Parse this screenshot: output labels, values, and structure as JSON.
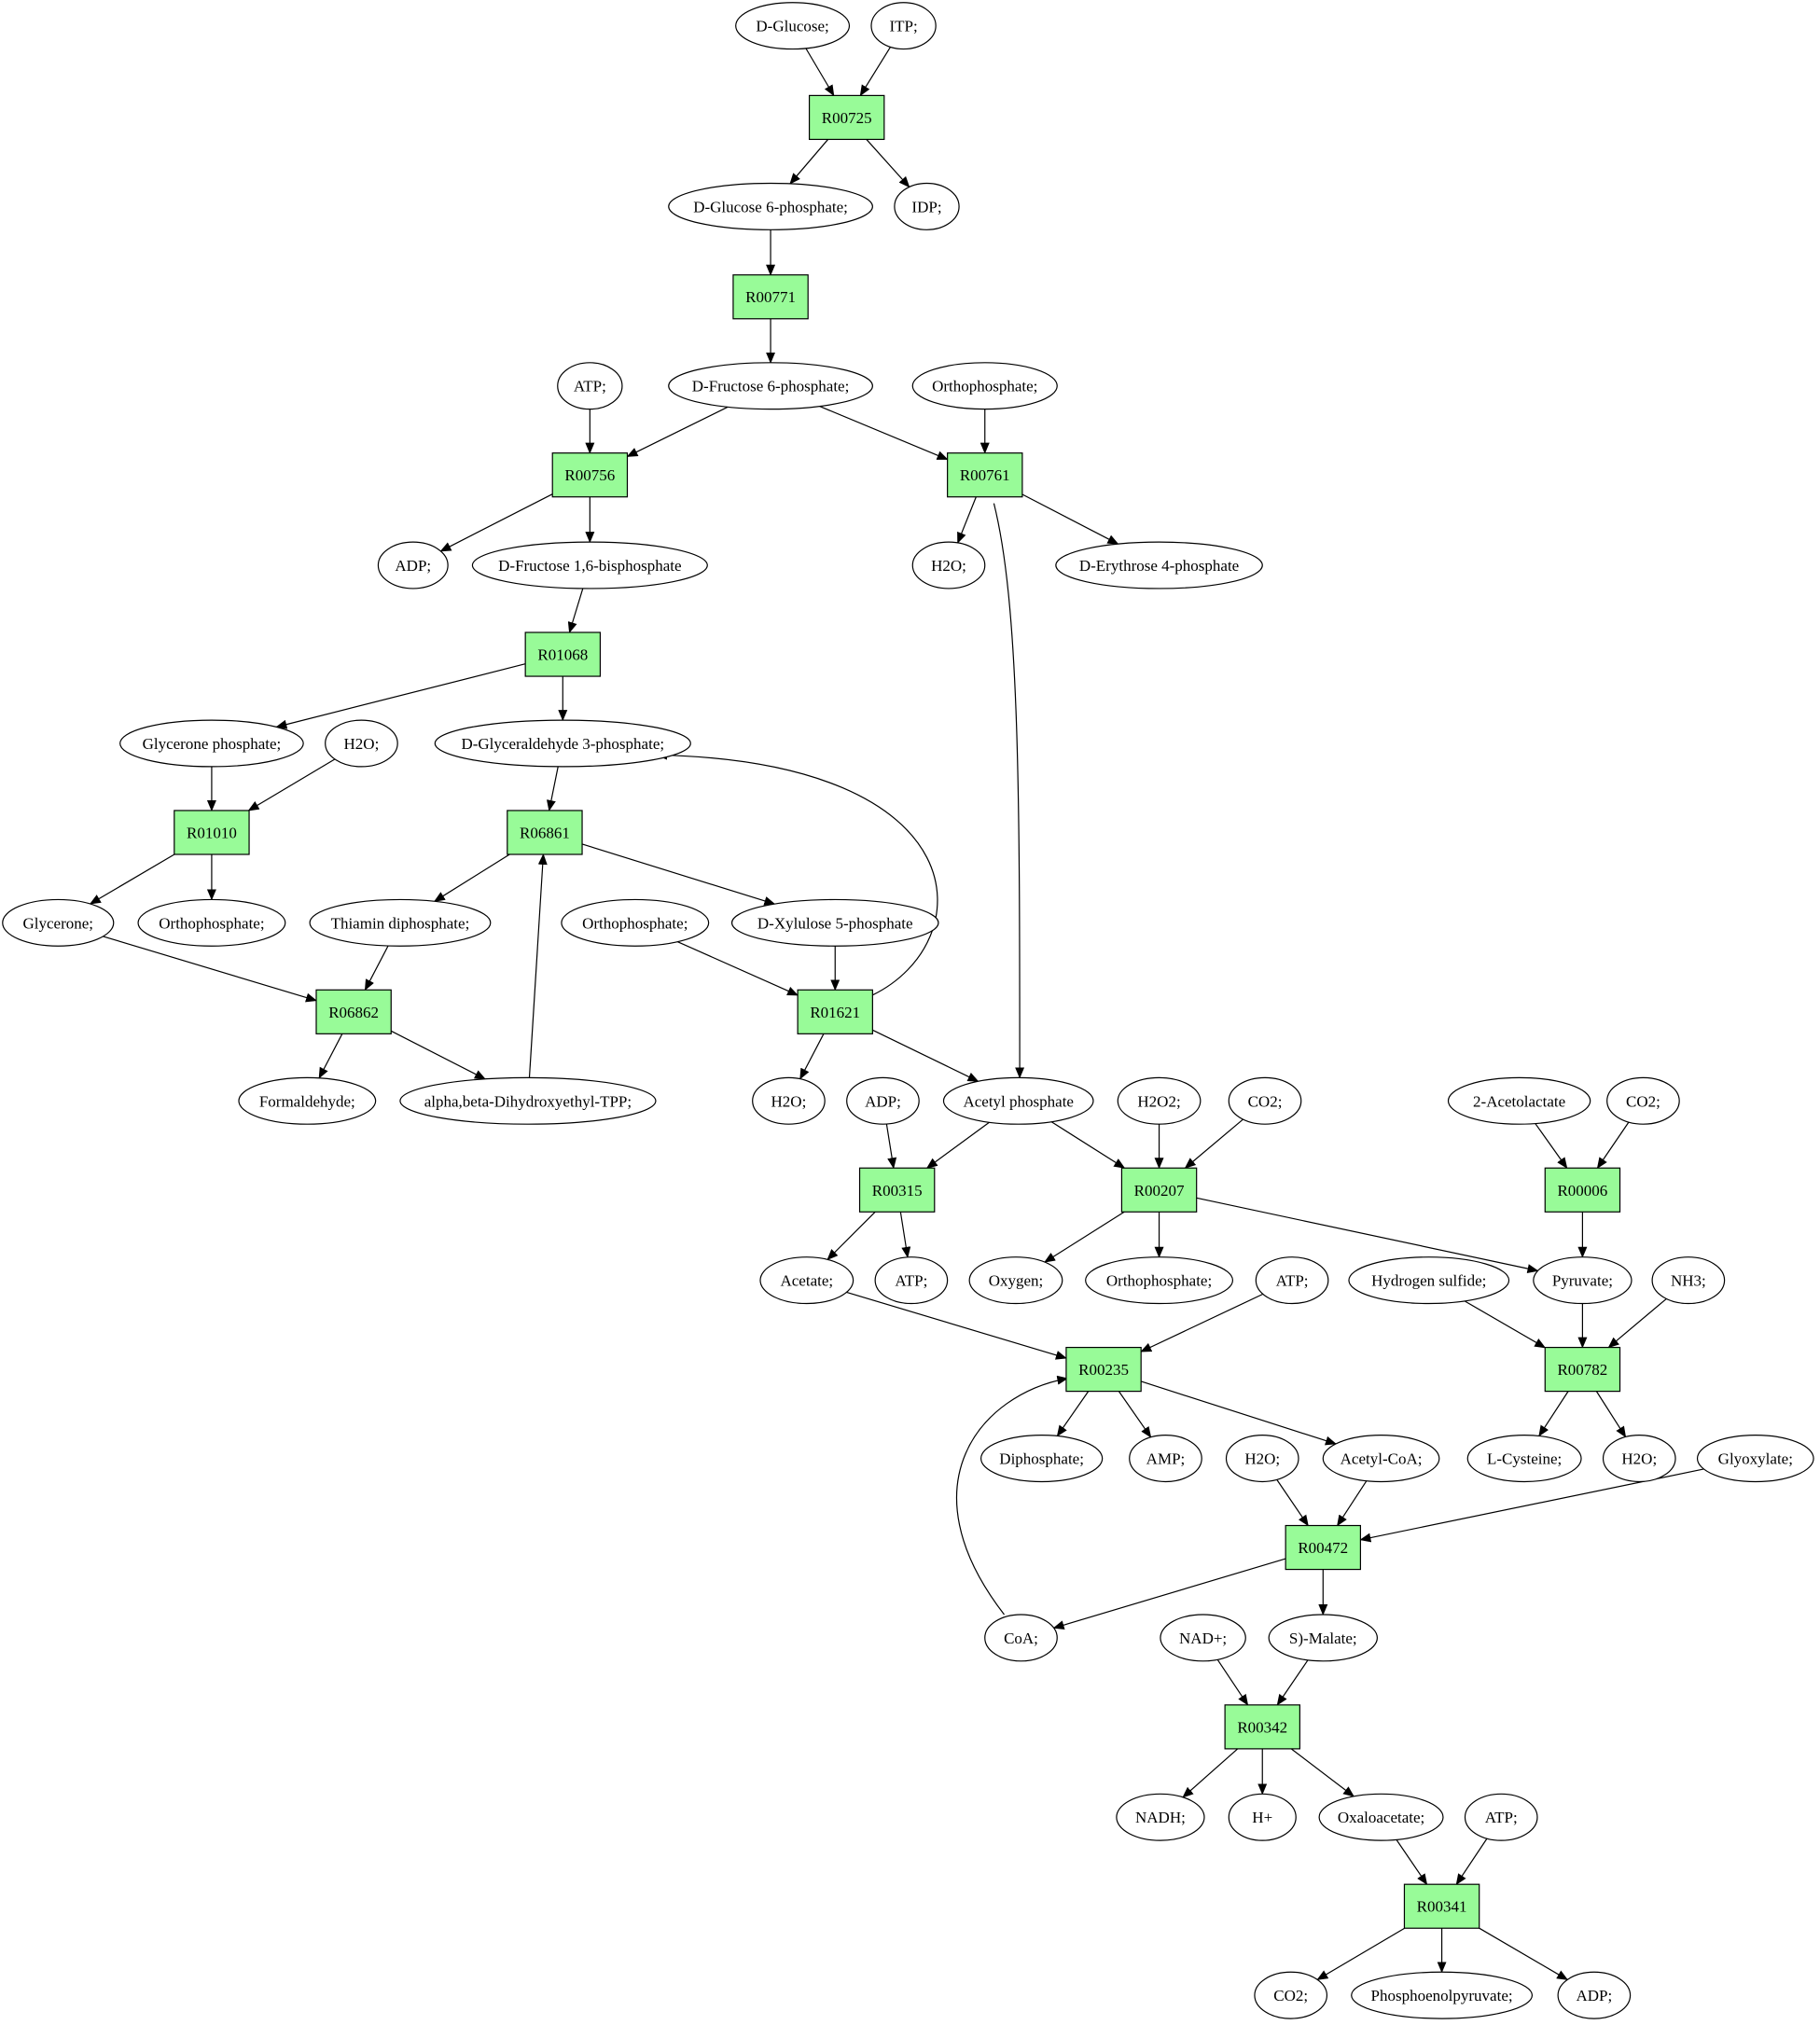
{
  "colors": {
    "reaction_fill": "#98fb98",
    "metabolite_fill": "#ffffff",
    "start_fill": "#00ee00",
    "target_fill": "#ffff00",
    "stroke": "#000000"
  },
  "nodes": [
    {
      "id": "glc",
      "label": "D-Glucose;",
      "kind": "start"
    },
    {
      "id": "itp",
      "label": "ITP;",
      "kind": "metabolite"
    },
    {
      "id": "R00725",
      "label": "R00725",
      "kind": "reaction"
    },
    {
      "id": "g6p",
      "label": "D-Glucose 6-phosphate;",
      "kind": "metabolite"
    },
    {
      "id": "idp",
      "label": "IDP;",
      "kind": "metabolite"
    },
    {
      "id": "R00771",
      "label": "R00771",
      "kind": "reaction"
    },
    {
      "id": "atp1",
      "label": "ATP;",
      "kind": "metabolite"
    },
    {
      "id": "f6p",
      "label": "D-Fructose 6-phosphate;",
      "kind": "metabolite"
    },
    {
      "id": "orth1",
      "label": "Orthophosphate;",
      "kind": "metabolite"
    },
    {
      "id": "R00756",
      "label": "R00756",
      "kind": "reaction"
    },
    {
      "id": "R00761",
      "label": "R00761",
      "kind": "reaction"
    },
    {
      "id": "adp1",
      "label": "ADP;",
      "kind": "metabolite"
    },
    {
      "id": "fbp",
      "label": "D-Fructose 1,6-bisphosphate",
      "kind": "metabolite"
    },
    {
      "id": "h2o1",
      "label": "H2O;",
      "kind": "metabolite"
    },
    {
      "id": "e4p",
      "label": "D-Erythrose 4-phosphate",
      "kind": "metabolite"
    },
    {
      "id": "R01068",
      "label": "R01068",
      "kind": "reaction"
    },
    {
      "id": "gp",
      "label": "Glycerone phosphate;",
      "kind": "metabolite"
    },
    {
      "id": "h2o2",
      "label": "H2O;",
      "kind": "metabolite"
    },
    {
      "id": "ga3p",
      "label": "D-Glyceraldehyde 3-phosphate;",
      "kind": "metabolite"
    },
    {
      "id": "R01010",
      "label": "R01010",
      "kind": "reaction"
    },
    {
      "id": "R06861",
      "label": "R06861",
      "kind": "reaction"
    },
    {
      "id": "glycerone",
      "label": "Glycerone;",
      "kind": "metabolite"
    },
    {
      "id": "orth2",
      "label": "Orthophosphate;",
      "kind": "metabolite"
    },
    {
      "id": "tpp",
      "label": "Thiamin diphosphate;",
      "kind": "metabolite"
    },
    {
      "id": "orth3",
      "label": "Orthophosphate;",
      "kind": "metabolite"
    },
    {
      "id": "x5p",
      "label": "D-Xylulose 5-phosphate",
      "kind": "metabolite"
    },
    {
      "id": "R06862",
      "label": "R06862",
      "kind": "reaction"
    },
    {
      "id": "R01621",
      "label": "R01621",
      "kind": "reaction"
    },
    {
      "id": "formald",
      "label": "Formaldehyde;",
      "kind": "metabolite"
    },
    {
      "id": "abtpp",
      "label": "alpha,beta-Dihydroxyethyl-TPP;",
      "kind": "metabolite"
    },
    {
      "id": "h2o3",
      "label": "H2O;",
      "kind": "metabolite"
    },
    {
      "id": "adp2",
      "label": "ADP;",
      "kind": "metabolite"
    },
    {
      "id": "acp",
      "label": "Acetyl phosphate",
      "kind": "metabolite"
    },
    {
      "id": "h2o2b",
      "label": "H2O2;",
      "kind": "metabolite"
    },
    {
      "id": "co2a",
      "label": "CO2;",
      "kind": "metabolite"
    },
    {
      "id": "acl",
      "label": "2-Acetolactate",
      "kind": "metabolite"
    },
    {
      "id": "co2b",
      "label": "CO2;",
      "kind": "metabolite"
    },
    {
      "id": "R00315",
      "label": "R00315",
      "kind": "reaction"
    },
    {
      "id": "R00207",
      "label": "R00207",
      "kind": "reaction"
    },
    {
      "id": "R00006",
      "label": "R00006",
      "kind": "reaction"
    },
    {
      "id": "acetate",
      "label": "Acetate;",
      "kind": "metabolite"
    },
    {
      "id": "atp2",
      "label": "ATP;",
      "kind": "metabolite"
    },
    {
      "id": "oxygen",
      "label": "Oxygen;",
      "kind": "metabolite"
    },
    {
      "id": "orth4",
      "label": "Orthophosphate;",
      "kind": "metabolite"
    },
    {
      "id": "atp3",
      "label": "ATP;",
      "kind": "metabolite"
    },
    {
      "id": "h2s",
      "label": "Hydrogen sulfide;",
      "kind": "metabolite"
    },
    {
      "id": "pyr",
      "label": "Pyruvate;",
      "kind": "metabolite"
    },
    {
      "id": "nh3",
      "label": "NH3;",
      "kind": "metabolite"
    },
    {
      "id": "R00235",
      "label": "R00235",
      "kind": "reaction"
    },
    {
      "id": "R00782",
      "label": "R00782",
      "kind": "reaction"
    },
    {
      "id": "diphos",
      "label": "Diphosphate;",
      "kind": "metabolite"
    },
    {
      "id": "amp",
      "label": "AMP;",
      "kind": "metabolite"
    },
    {
      "id": "h2o4",
      "label": "H2O;",
      "kind": "metabolite"
    },
    {
      "id": "accoa",
      "label": "Acetyl-CoA;",
      "kind": "metabolite"
    },
    {
      "id": "cys",
      "label": "L-Cysteine;",
      "kind": "target"
    },
    {
      "id": "h2o5",
      "label": "H2O;",
      "kind": "metabolite"
    },
    {
      "id": "glyox",
      "label": "Glyoxylate;",
      "kind": "metabolite"
    },
    {
      "id": "R00472",
      "label": "R00472",
      "kind": "reaction"
    },
    {
      "id": "coa",
      "label": "CoA;",
      "kind": "metabolite"
    },
    {
      "id": "nad",
      "label": "NAD+;",
      "kind": "metabolite"
    },
    {
      "id": "malate",
      "label": "S)-Malate;",
      "kind": "metabolite"
    },
    {
      "id": "R00342",
      "label": "R00342",
      "kind": "reaction"
    },
    {
      "id": "nadh",
      "label": "NADH;",
      "kind": "metabolite"
    },
    {
      "id": "hplus",
      "label": "H+",
      "kind": "metabolite"
    },
    {
      "id": "oaa",
      "label": "Oxaloacetate;",
      "kind": "metabolite"
    },
    {
      "id": "atp4",
      "label": "ATP;",
      "kind": "metabolite"
    },
    {
      "id": "R00341",
      "label": "R00341",
      "kind": "reaction"
    },
    {
      "id": "co2c",
      "label": "CO2;",
      "kind": "metabolite"
    },
    {
      "id": "pep",
      "label": "Phosphoenolpyruvate;",
      "kind": "metabolite"
    },
    {
      "id": "adp3",
      "label": "ADP;",
      "kind": "metabolite"
    }
  ],
  "edges": [
    [
      "glc",
      "R00725"
    ],
    [
      "itp",
      "R00725"
    ],
    [
      "R00725",
      "g6p"
    ],
    [
      "R00725",
      "idp"
    ],
    [
      "g6p",
      "R00771"
    ],
    [
      "R00771",
      "f6p"
    ],
    [
      "atp1",
      "R00756"
    ],
    [
      "f6p",
      "R00756"
    ],
    [
      "f6p",
      "R00761"
    ],
    [
      "orth1",
      "R00761"
    ],
    [
      "R00756",
      "adp1"
    ],
    [
      "R00756",
      "fbp"
    ],
    [
      "R00761",
      "h2o1"
    ],
    [
      "R00761",
      "e4p"
    ],
    [
      "R00761",
      "acp"
    ],
    [
      "fbp",
      "R01068"
    ],
    [
      "R01068",
      "gp"
    ],
    [
      "R01068",
      "ga3p"
    ],
    [
      "gp",
      "R01010"
    ],
    [
      "h2o2",
      "R01010"
    ],
    [
      "ga3p",
      "R06861"
    ],
    [
      "R01010",
      "glycerone"
    ],
    [
      "R01010",
      "orth2"
    ],
    [
      "R06861",
      "tpp"
    ],
    [
      "R06861",
      "x5p"
    ],
    [
      "abtpp",
      "R06861"
    ],
    [
      "glycerone",
      "R06862"
    ],
    [
      "tpp",
      "R06862"
    ],
    [
      "orth3",
      "R01621"
    ],
    [
      "x5p",
      "R01621"
    ],
    [
      "R01621",
      "ga3p"
    ],
    [
      "R06862",
      "formald"
    ],
    [
      "R06862",
      "abtpp"
    ],
    [
      "R01621",
      "h2o3"
    ],
    [
      "R01621",
      "acp"
    ],
    [
      "adp2",
      "R00315"
    ],
    [
      "acp",
      "R00315"
    ],
    [
      "acp",
      "R00207"
    ],
    [
      "h2o2b",
      "R00207"
    ],
    [
      "co2a",
      "R00207"
    ],
    [
      "acl",
      "R00006"
    ],
    [
      "co2b",
      "R00006"
    ],
    [
      "R00315",
      "acetate"
    ],
    [
      "R00315",
      "atp2"
    ],
    [
      "R00207",
      "oxygen"
    ],
    [
      "R00207",
      "orth4"
    ],
    [
      "R00207",
      "pyr"
    ],
    [
      "R00006",
      "pyr"
    ],
    [
      "acetate",
      "R00235"
    ],
    [
      "atp3",
      "R00235"
    ],
    [
      "coa",
      "R00235"
    ],
    [
      "h2s",
      "R00782"
    ],
    [
      "pyr",
      "R00782"
    ],
    [
      "nh3",
      "R00782"
    ],
    [
      "R00235",
      "diphos"
    ],
    [
      "R00235",
      "amp"
    ],
    [
      "R00235",
      "accoa"
    ],
    [
      "R00782",
      "cys"
    ],
    [
      "R00782",
      "h2o5"
    ],
    [
      "h2o4",
      "R00472"
    ],
    [
      "accoa",
      "R00472"
    ],
    [
      "glyox",
      "R00472"
    ],
    [
      "R00472",
      "coa"
    ],
    [
      "R00472",
      "malate"
    ],
    [
      "nad",
      "R00342"
    ],
    [
      "malate",
      "R00342"
    ],
    [
      "R00342",
      "nadh"
    ],
    [
      "R00342",
      "hplus"
    ],
    [
      "R00342",
      "oaa"
    ],
    [
      "oaa",
      "R00341"
    ],
    [
      "atp4",
      "R00341"
    ],
    [
      "R00341",
      "co2c"
    ],
    [
      "R00341",
      "pep"
    ],
    [
      "R00341",
      "adp3"
    ]
  ]
}
